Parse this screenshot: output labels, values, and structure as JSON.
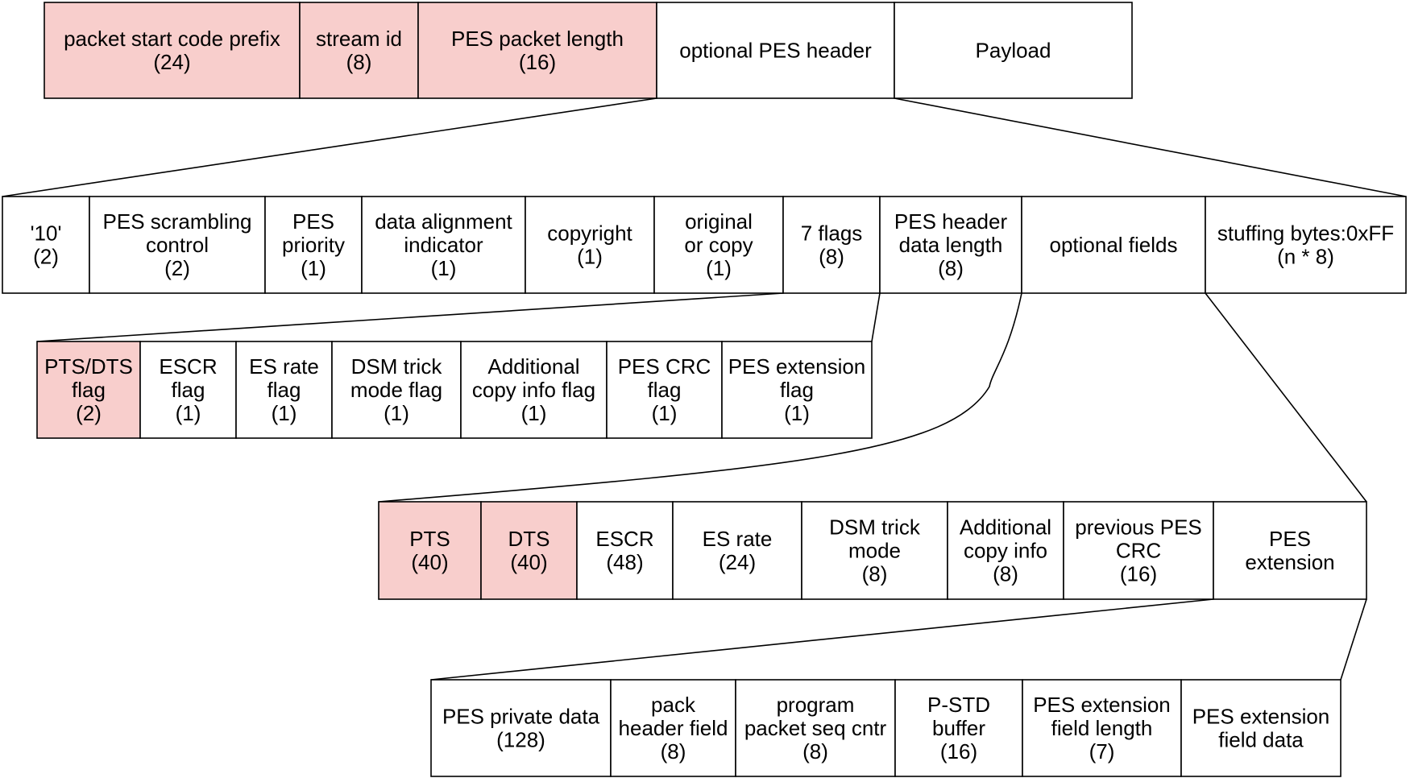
{
  "colors": {
    "highlight": "#f8cecc",
    "plain": "#ffffff",
    "stroke": "#000000"
  },
  "rows": [
    {
      "id": "pes-packet",
      "cells": [
        {
          "name": "packet-start-code-prefix",
          "lines": [
            "packet start code prefix",
            "(24)"
          ],
          "highlight": true
        },
        {
          "name": "stream-id",
          "lines": [
            "stream id",
            "(8)"
          ],
          "highlight": true
        },
        {
          "name": "pes-packet-length",
          "lines": [
            "PES packet length",
            "(16)"
          ],
          "highlight": true
        },
        {
          "name": "optional-pes-header",
          "lines": [
            "optional PES header"
          ],
          "highlight": false
        },
        {
          "name": "payload",
          "lines": [
            "Payload"
          ],
          "highlight": false
        }
      ]
    },
    {
      "id": "optional-pes-header",
      "cells": [
        {
          "name": "marker-bits",
          "lines": [
            "'10'",
            "(2)"
          ],
          "highlight": false
        },
        {
          "name": "pes-scrambling-control",
          "lines": [
            "PES scrambling",
            "control",
            "(2)"
          ],
          "highlight": false
        },
        {
          "name": "pes-priority",
          "lines": [
            "PES",
            "priority",
            "(1)"
          ],
          "highlight": false
        },
        {
          "name": "data-alignment-indicator",
          "lines": [
            "data alignment",
            "indicator",
            "(1)"
          ],
          "highlight": false
        },
        {
          "name": "copyright",
          "lines": [
            "copyright",
            "(1)"
          ],
          "highlight": false
        },
        {
          "name": "original-or-copy",
          "lines": [
            "original",
            "or copy",
            "(1)"
          ],
          "highlight": false
        },
        {
          "name": "seven-flags",
          "lines": [
            "7 flags",
            "(8)"
          ],
          "highlight": false
        },
        {
          "name": "pes-header-data-length",
          "lines": [
            "PES header",
            "data length",
            "(8)"
          ],
          "highlight": false
        },
        {
          "name": "optional-fields",
          "lines": [
            "optional fields"
          ],
          "highlight": false
        },
        {
          "name": "stuffing-bytes",
          "lines": [
            "stuffing bytes:0xFF",
            "(n * 8)"
          ],
          "highlight": false
        }
      ]
    },
    {
      "id": "seven-flags",
      "cells": [
        {
          "name": "pts-dts-flag",
          "lines": [
            "PTS/DTS",
            "flag",
            "(2)"
          ],
          "highlight": true
        },
        {
          "name": "escr-flag",
          "lines": [
            "ESCR",
            "flag",
            "(1)"
          ],
          "highlight": false
        },
        {
          "name": "es-rate-flag",
          "lines": [
            "ES rate",
            "flag",
            "(1)"
          ],
          "highlight": false
        },
        {
          "name": "dsm-trick-mode-flag",
          "lines": [
            "DSM trick",
            "mode flag",
            "(1)"
          ],
          "highlight": false
        },
        {
          "name": "additional-copy-info-flag",
          "lines": [
            "Additional",
            "copy info flag",
            "(1)"
          ],
          "highlight": false
        },
        {
          "name": "pes-crc-flag",
          "lines": [
            "PES CRC",
            "flag",
            "(1)"
          ],
          "highlight": false
        },
        {
          "name": "pes-extension-flag",
          "lines": [
            "PES extension",
            "flag",
            "(1)"
          ],
          "highlight": false
        }
      ]
    },
    {
      "id": "optional-fields",
      "cells": [
        {
          "name": "pts",
          "lines": [
            "PTS",
            "(40)"
          ],
          "highlight": true
        },
        {
          "name": "dts",
          "lines": [
            "DTS",
            "(40)"
          ],
          "highlight": true
        },
        {
          "name": "escr",
          "lines": [
            "ESCR",
            "(48)"
          ],
          "highlight": false
        },
        {
          "name": "es-rate",
          "lines": [
            "ES rate",
            "(24)"
          ],
          "highlight": false
        },
        {
          "name": "dsm-trick-mode",
          "lines": [
            "DSM trick",
            "mode",
            "(8)"
          ],
          "highlight": false
        },
        {
          "name": "additional-copy-info",
          "lines": [
            "Additional",
            "copy info",
            "(8)"
          ],
          "highlight": false
        },
        {
          "name": "previous-pes-crc",
          "lines": [
            "previous PES",
            "CRC",
            "(16)"
          ],
          "highlight": false
        },
        {
          "name": "pes-extension",
          "lines": [
            "PES",
            "extension"
          ],
          "highlight": false
        }
      ]
    },
    {
      "id": "pes-extension",
      "cells": [
        {
          "name": "pes-private-data",
          "lines": [
            "PES private data",
            "(128)"
          ],
          "highlight": false
        },
        {
          "name": "pack-header-field",
          "lines": [
            "pack",
            "header field",
            "(8)"
          ],
          "highlight": false
        },
        {
          "name": "program-packet-seq-cntr",
          "lines": [
            "program",
            "packet seq cntr",
            "(8)"
          ],
          "highlight": false
        },
        {
          "name": "p-std-buffer",
          "lines": [
            "P-STD",
            "buffer",
            "(16)"
          ],
          "highlight": false
        },
        {
          "name": "pes-extension-field-length",
          "lines": [
            "PES extension",
            "field length",
            "(7)"
          ],
          "highlight": false
        },
        {
          "name": "pes-extension-field-data",
          "lines": [
            "PES extension",
            "field data"
          ],
          "highlight": false
        }
      ]
    }
  ]
}
